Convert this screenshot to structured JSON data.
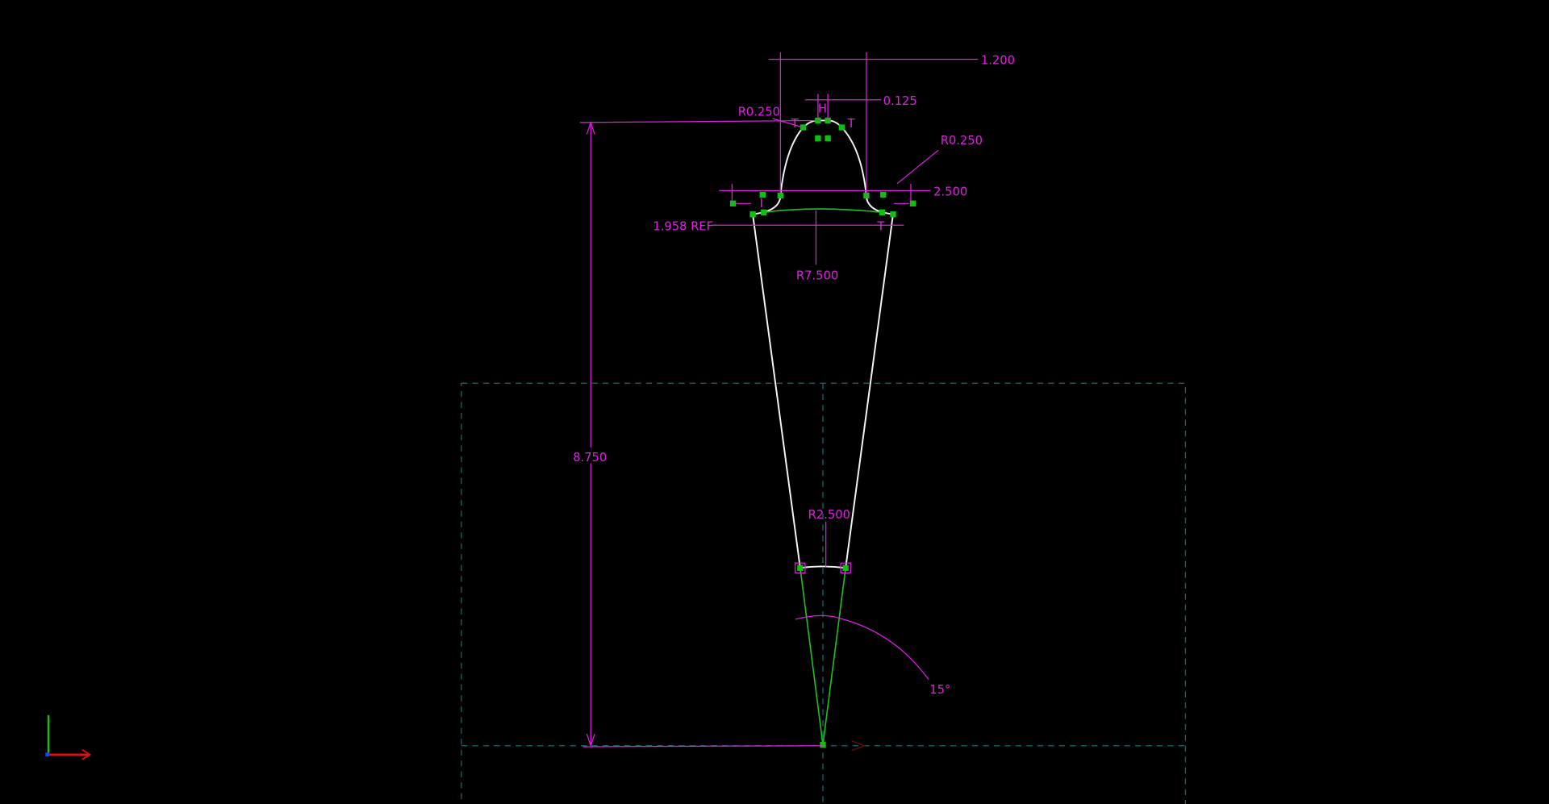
{
  "sketch": {
    "dimensions": {
      "width_top": "1.200",
      "tip_flat": "0.125",
      "tip_radius": "R0.250",
      "shoulder_radius": "R0.250",
      "shoulder_width": "2.500",
      "base_width_ref": "1.958  REF",
      "shoulder_arc_radius": "R7.500",
      "bottom_arc_radius": "R2.500",
      "taper_angle": "15°",
      "overall_height": "8.750"
    },
    "constraint_marks": {
      "tangent": "T",
      "horizontal": "H",
      "perpendicular": "I"
    }
  },
  "colors": {
    "dimension": "#e020e0",
    "profile": "#f4f4f4",
    "construction": "#22c022",
    "fill": "#020c0c",
    "axis_x": "#e01010",
    "axis_y": "#10c010"
  }
}
